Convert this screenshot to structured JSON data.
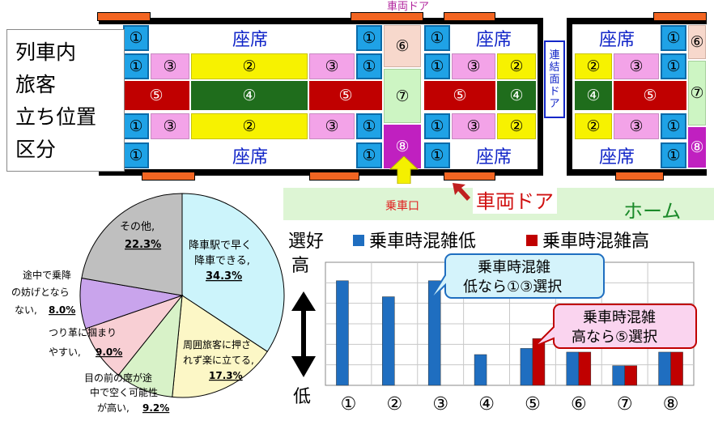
{
  "layout_title": [
    "列車内",
    "旅客",
    "立ち位置",
    "区分"
  ],
  "train": {
    "seat_label": "座席",
    "door_top_label": "車両ドア",
    "coupling_door_label": [
      "連",
      "結",
      "面",
      "ド",
      "ア"
    ],
    "boarding_label": "乗車口",
    "door_label": "車両ドア",
    "platform_label": "ホーム",
    "zones": {
      "z1": "①",
      "z2": "②",
      "z3": "③",
      "z4": "④",
      "z5": "⑤",
      "z6": "⑥",
      "z7": "⑦",
      "z8": "⑧"
    }
  },
  "pie": {
    "slices": [
      {
        "label_lines": [
          "降車駅で早く",
          "降車できる,"
        ],
        "pct": "34.3%",
        "value": 34.3,
        "color": "#ccf4fb"
      },
      {
        "label_lines": [
          "周囲旅客に押さ",
          "れず楽に立てる,"
        ],
        "pct": "17.3%",
        "value": 17.3,
        "color": "#fcf7c6"
      },
      {
        "label_lines": [
          "目の前の席が途",
          "中で空く可能性",
          "が高い,"
        ],
        "pct": "9.2%",
        "value": 9.2,
        "color": "#d8f2c8"
      },
      {
        "label_lines": [
          "つり革に掴まり",
          "やすい,"
        ],
        "pct": "9.0%",
        "value": 9.0,
        "color": "#f8cfd4"
      },
      {
        "label_lines": [
          "途中で乗降",
          "の妨げとなら",
          "ない,"
        ],
        "pct": "8.0%",
        "value": 8.0,
        "color": "#c9a4ec"
      },
      {
        "label_lines": [
          "その他,"
        ],
        "pct": "22.3%",
        "value": 22.3,
        "color": "#bfbfbf"
      }
    ]
  },
  "bar": {
    "y_top_label": [
      "選好",
      "高"
    ],
    "y_bottom_label": "低",
    "callout_low": [
      "乗車時混雑",
      "低なら①③選択"
    ],
    "callout_high": [
      "乗車時混雑",
      "高なら⑤選択"
    ]
  },
  "chart_data": {
    "type": "bar",
    "categories": [
      "①",
      "②",
      "③",
      "④",
      "⑤",
      "⑥",
      "⑦",
      "⑧"
    ],
    "series": [
      {
        "name": "乗車時混雑低",
        "color": "#1f6ec0",
        "values": [
          0.85,
          0.72,
          0.85,
          0.25,
          0.3,
          0.27,
          0.16,
          0.27
        ]
      },
      {
        "name": "乗車時混雑高",
        "color": "#c00000",
        "values": [
          0.0,
          0.0,
          0.0,
          0.0,
          0.38,
          0.27,
          0.16,
          0.27
        ]
      }
    ],
    "ylim": [
      0,
      1
    ]
  }
}
